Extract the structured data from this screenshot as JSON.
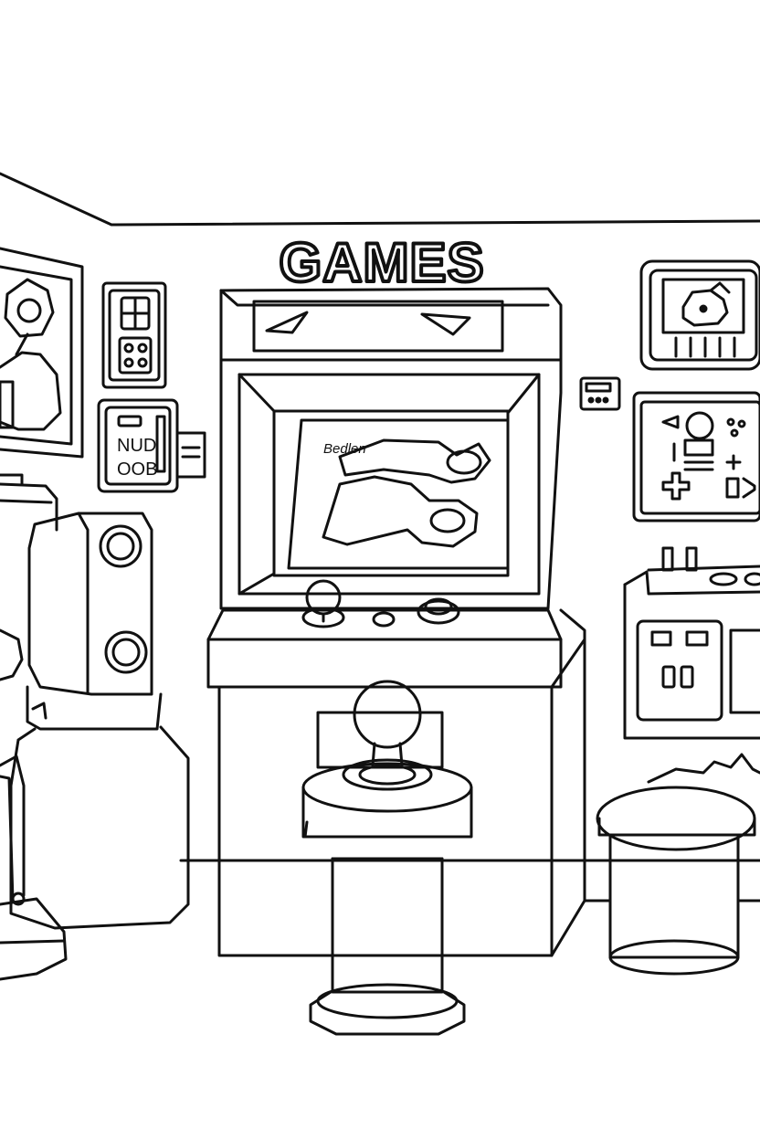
{
  "sign": {
    "title": "GAMES"
  },
  "arcade": {
    "screen_text": "Bedlen"
  },
  "left_panel": {
    "line1": "NUD",
    "line2": "OOB"
  },
  "palette": {
    "ink": "#111111",
    "paper": "#ffffff",
    "soft": "#bbbbbb"
  }
}
